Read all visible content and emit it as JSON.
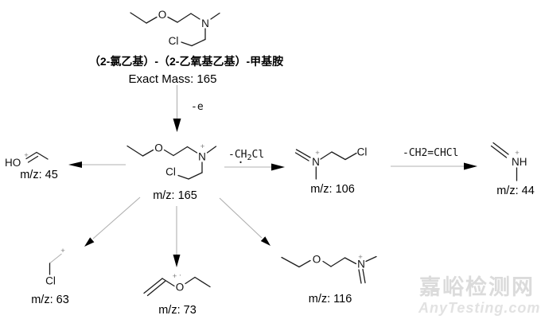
{
  "colors": {
    "background": "#ffffff",
    "bond": "#1c1c1c",
    "arrow_shaft": "#b0b0b0",
    "arrow_head": "#000000",
    "watermark_cn": "#dbdbdb",
    "watermark_en": "#e2e2e2"
  },
  "parent": {
    "name_cn": "（2-氯乙基）-（2-乙氧基乙基）-甲基胺",
    "exact_mass": "Exact Mass: 165",
    "atom_o": "O",
    "atom_n": "N",
    "atom_cl": "Cl"
  },
  "ionization": {
    "label": "-e"
  },
  "molecular_ion": {
    "mz": "m/z: 165",
    "atom_o": "O",
    "atom_n": "N",
    "atom_cl": "Cl",
    "charge": "+"
  },
  "fragments": {
    "f45": {
      "mz": "m/z: 45",
      "atom": "HO",
      "charge": "+"
    },
    "f106": {
      "mz": "m/z: 106",
      "atom_n": "N",
      "atom_cl": "Cl",
      "charge": "+"
    },
    "f44": {
      "mz": "m/z: 44",
      "atom": "NH",
      "charge": "+"
    },
    "f63": {
      "mz": "m/z: 63",
      "atom": "Cl",
      "charge": "+"
    },
    "f73": {
      "mz": "m/z: 73",
      "atom": "O",
      "charge": "+",
      "radical_dot": "·"
    },
    "f116": {
      "mz": "m/z: 116",
      "atom_o": "O",
      "atom_n": "N",
      "charge": "+"
    }
  },
  "losses": {
    "ch2cl": {
      "prefix": "-CH",
      "sub": "2",
      "suffix": "Cl",
      "radical_dot": "·"
    },
    "vinyl_chloride": "-CH2=CHCl"
  },
  "watermark": {
    "line1": "嘉峪检测网",
    "line2": "AnyTesting.com"
  }
}
